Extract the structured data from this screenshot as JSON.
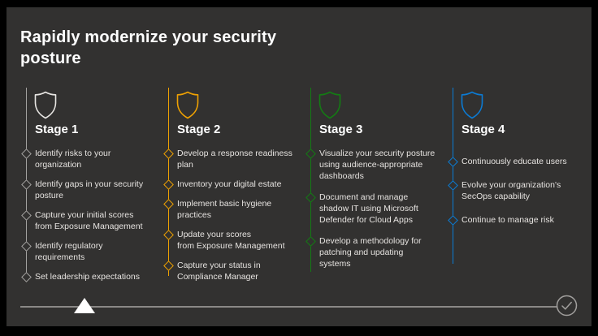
{
  "slide": {
    "title": "Rapidly modernize your security\nposture",
    "background_color": "#323130",
    "frame_color": "#000000",
    "title_color": "#FFFFFF",
    "body_text_color": "#E6E3E0"
  },
  "stages": [
    {
      "label": "Stage 1",
      "accent": "#A3A19F",
      "shield_color": "#E8E6E3",
      "shield_icon": "shield-outline",
      "items": [
        "Identify risks to your\norganization",
        "Identify gaps in your security\nposture",
        "Capture your initial scores\nfrom Exposure Management",
        "Identify regulatory\nrequirements",
        "Set leadership expectations"
      ]
    },
    {
      "label": "Stage 2",
      "accent": "#EFA102",
      "shield_color": "#EFA102",
      "shield_icon": "shield-outline",
      "items": [
        "Develop a response readiness\nplan",
        "Inventory your digital estate",
        "Implement basic hygiene\npractices",
        "Update your scores\nfrom Exposure Management",
        "Capture your status in\nCompliance Manager"
      ]
    },
    {
      "label": "Stage 3",
      "accent": "#137C13",
      "shield_color": "#137C13",
      "shield_icon": "shield-outline",
      "items": [
        "Visualize your security posture\nusing audience-appropriate\ndashboards",
        "Document and manage\nshadow IT using Microsoft\nDefender for Cloud Apps",
        "Develop a methodology for\npatching and updating\nsystems"
      ]
    },
    {
      "label": "Stage 4",
      "accent": "#0B7BD4",
      "shield_color": "#0B7BD4",
      "shield_icon": "shield-outline",
      "items": [
        "Continuously educate users",
        "Evolve your organization's\nSecOps capability",
        "Continue to manage risk"
      ]
    }
  ],
  "progress": {
    "line_color": "#8A8886",
    "marker_icon": "triangle-up-marker",
    "marker_color": "#FFFFFF",
    "end_icon": "check-circle",
    "end_icon_color": "#A19F9D"
  }
}
